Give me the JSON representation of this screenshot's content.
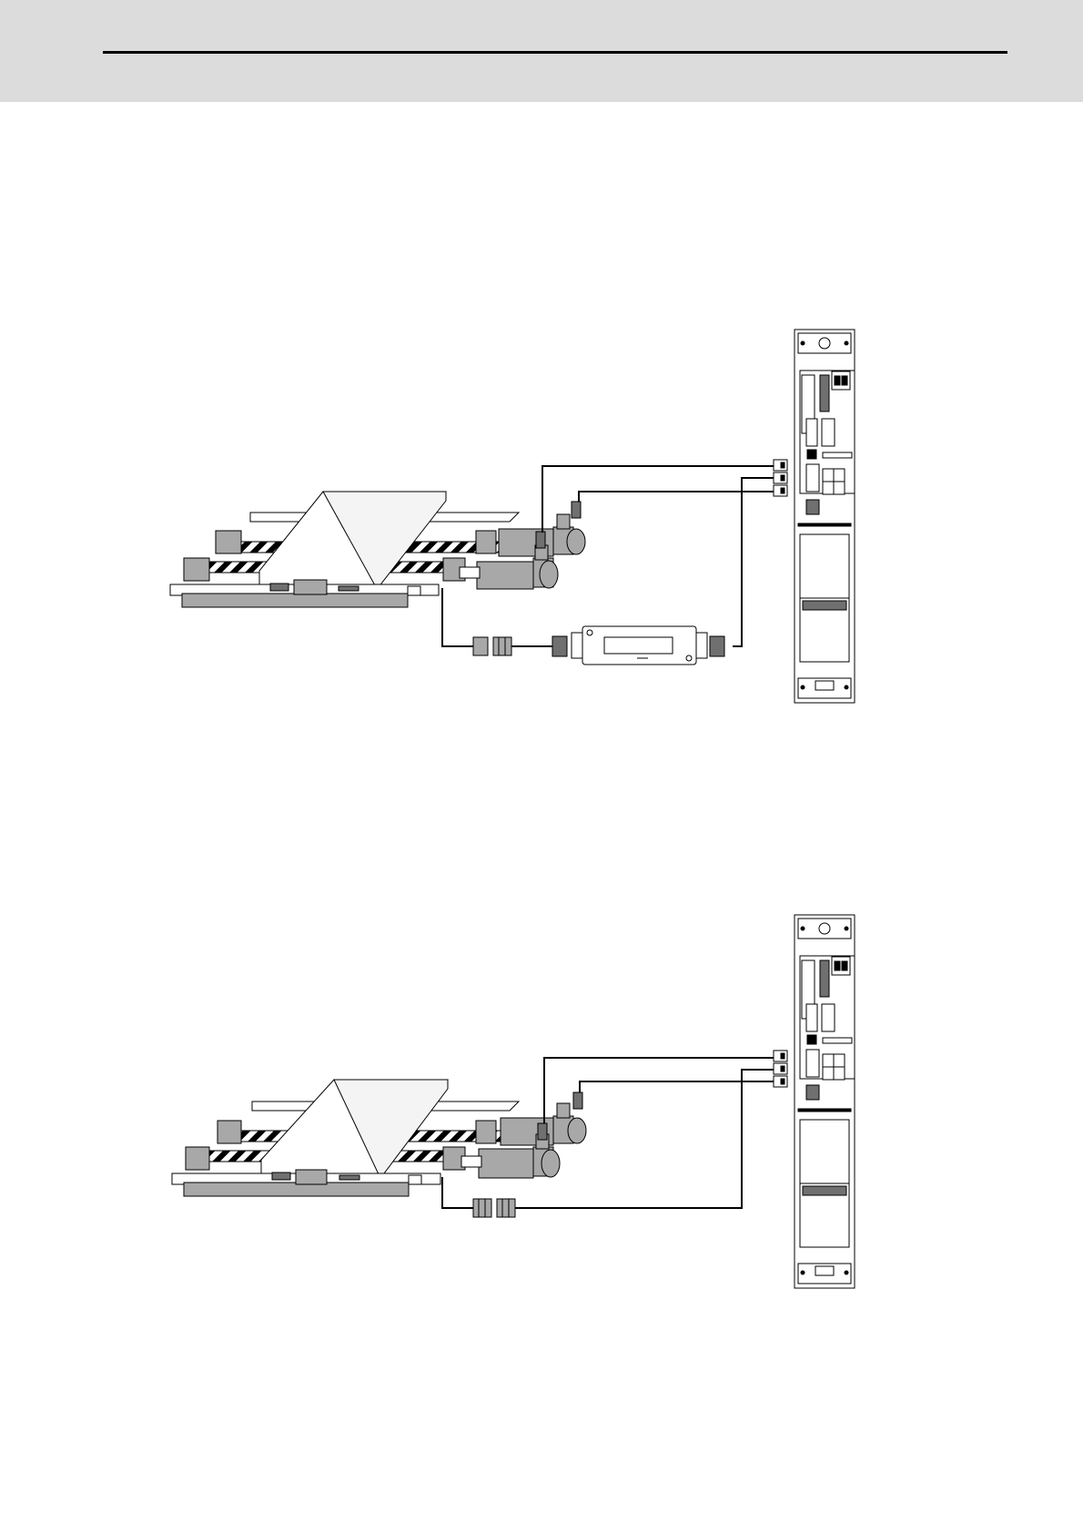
{
  "header": {
    "background_color": "#dcdcdc",
    "rule_color": "#000000"
  },
  "diagrams": [
    {
      "id": "diagram-1",
      "components": [
        "machine-table",
        "linear-scale",
        "servo-motor-1",
        "servo-motor-2",
        "feedback-cables",
        "scale-interface-unit",
        "servo-drive-unit"
      ],
      "has_interface_unit": true
    },
    {
      "id": "diagram-2",
      "components": [
        "machine-table",
        "linear-scale",
        "servo-motor-1",
        "servo-motor-2",
        "feedback-cables",
        "servo-drive-unit"
      ],
      "has_interface_unit": false
    }
  ],
  "colors": {
    "part_fill": "#a8a8a8",
    "part_dark": "#707070",
    "panel_fill": "#ffffff",
    "line": "#000000"
  }
}
